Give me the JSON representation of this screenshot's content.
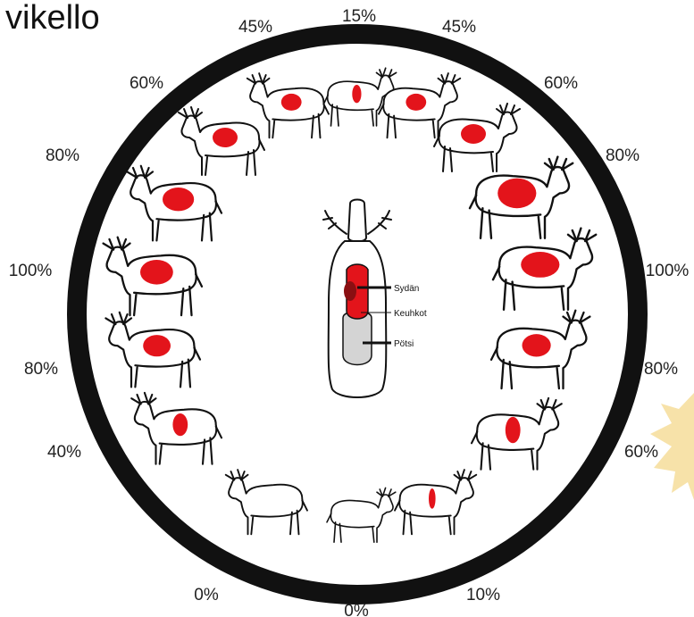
{
  "title": "vikello",
  "clock_labels": [
    {
      "id": "top",
      "text": "15%"
    },
    {
      "id": "top-left",
      "text": "45%"
    },
    {
      "id": "top-right",
      "text": "45%"
    },
    {
      "id": "upper-left",
      "text": "60%"
    },
    {
      "id": "upper-right",
      "text": "60%"
    },
    {
      "id": "left-high",
      "text": "80%"
    },
    {
      "id": "right-high",
      "text": "80%"
    },
    {
      "id": "left-mid",
      "text": "100%"
    },
    {
      "id": "right-mid",
      "text": "100%"
    },
    {
      "id": "left-low",
      "text": "80%"
    },
    {
      "id": "right-low",
      "text": "80%"
    },
    {
      "id": "lower-left",
      "text": "40%"
    },
    {
      "id": "lower-right",
      "text": "60%"
    },
    {
      "id": "bottom-left",
      "text": "0%"
    },
    {
      "id": "bottom",
      "text": "0%"
    },
    {
      "id": "bottom-right",
      "text": "10%"
    }
  ],
  "legend": {
    "heart": "Sydän",
    "lungs": "Keuhkot",
    "rumen": "Pötsi"
  },
  "colors": {
    "ring": "#111111",
    "lung_red": "#e3141b",
    "heart_dark": "#8a0f12",
    "rumen_gray": "#d4d4d4",
    "logo_yellow": "#f6dfa0"
  },
  "moose_count": 16
}
